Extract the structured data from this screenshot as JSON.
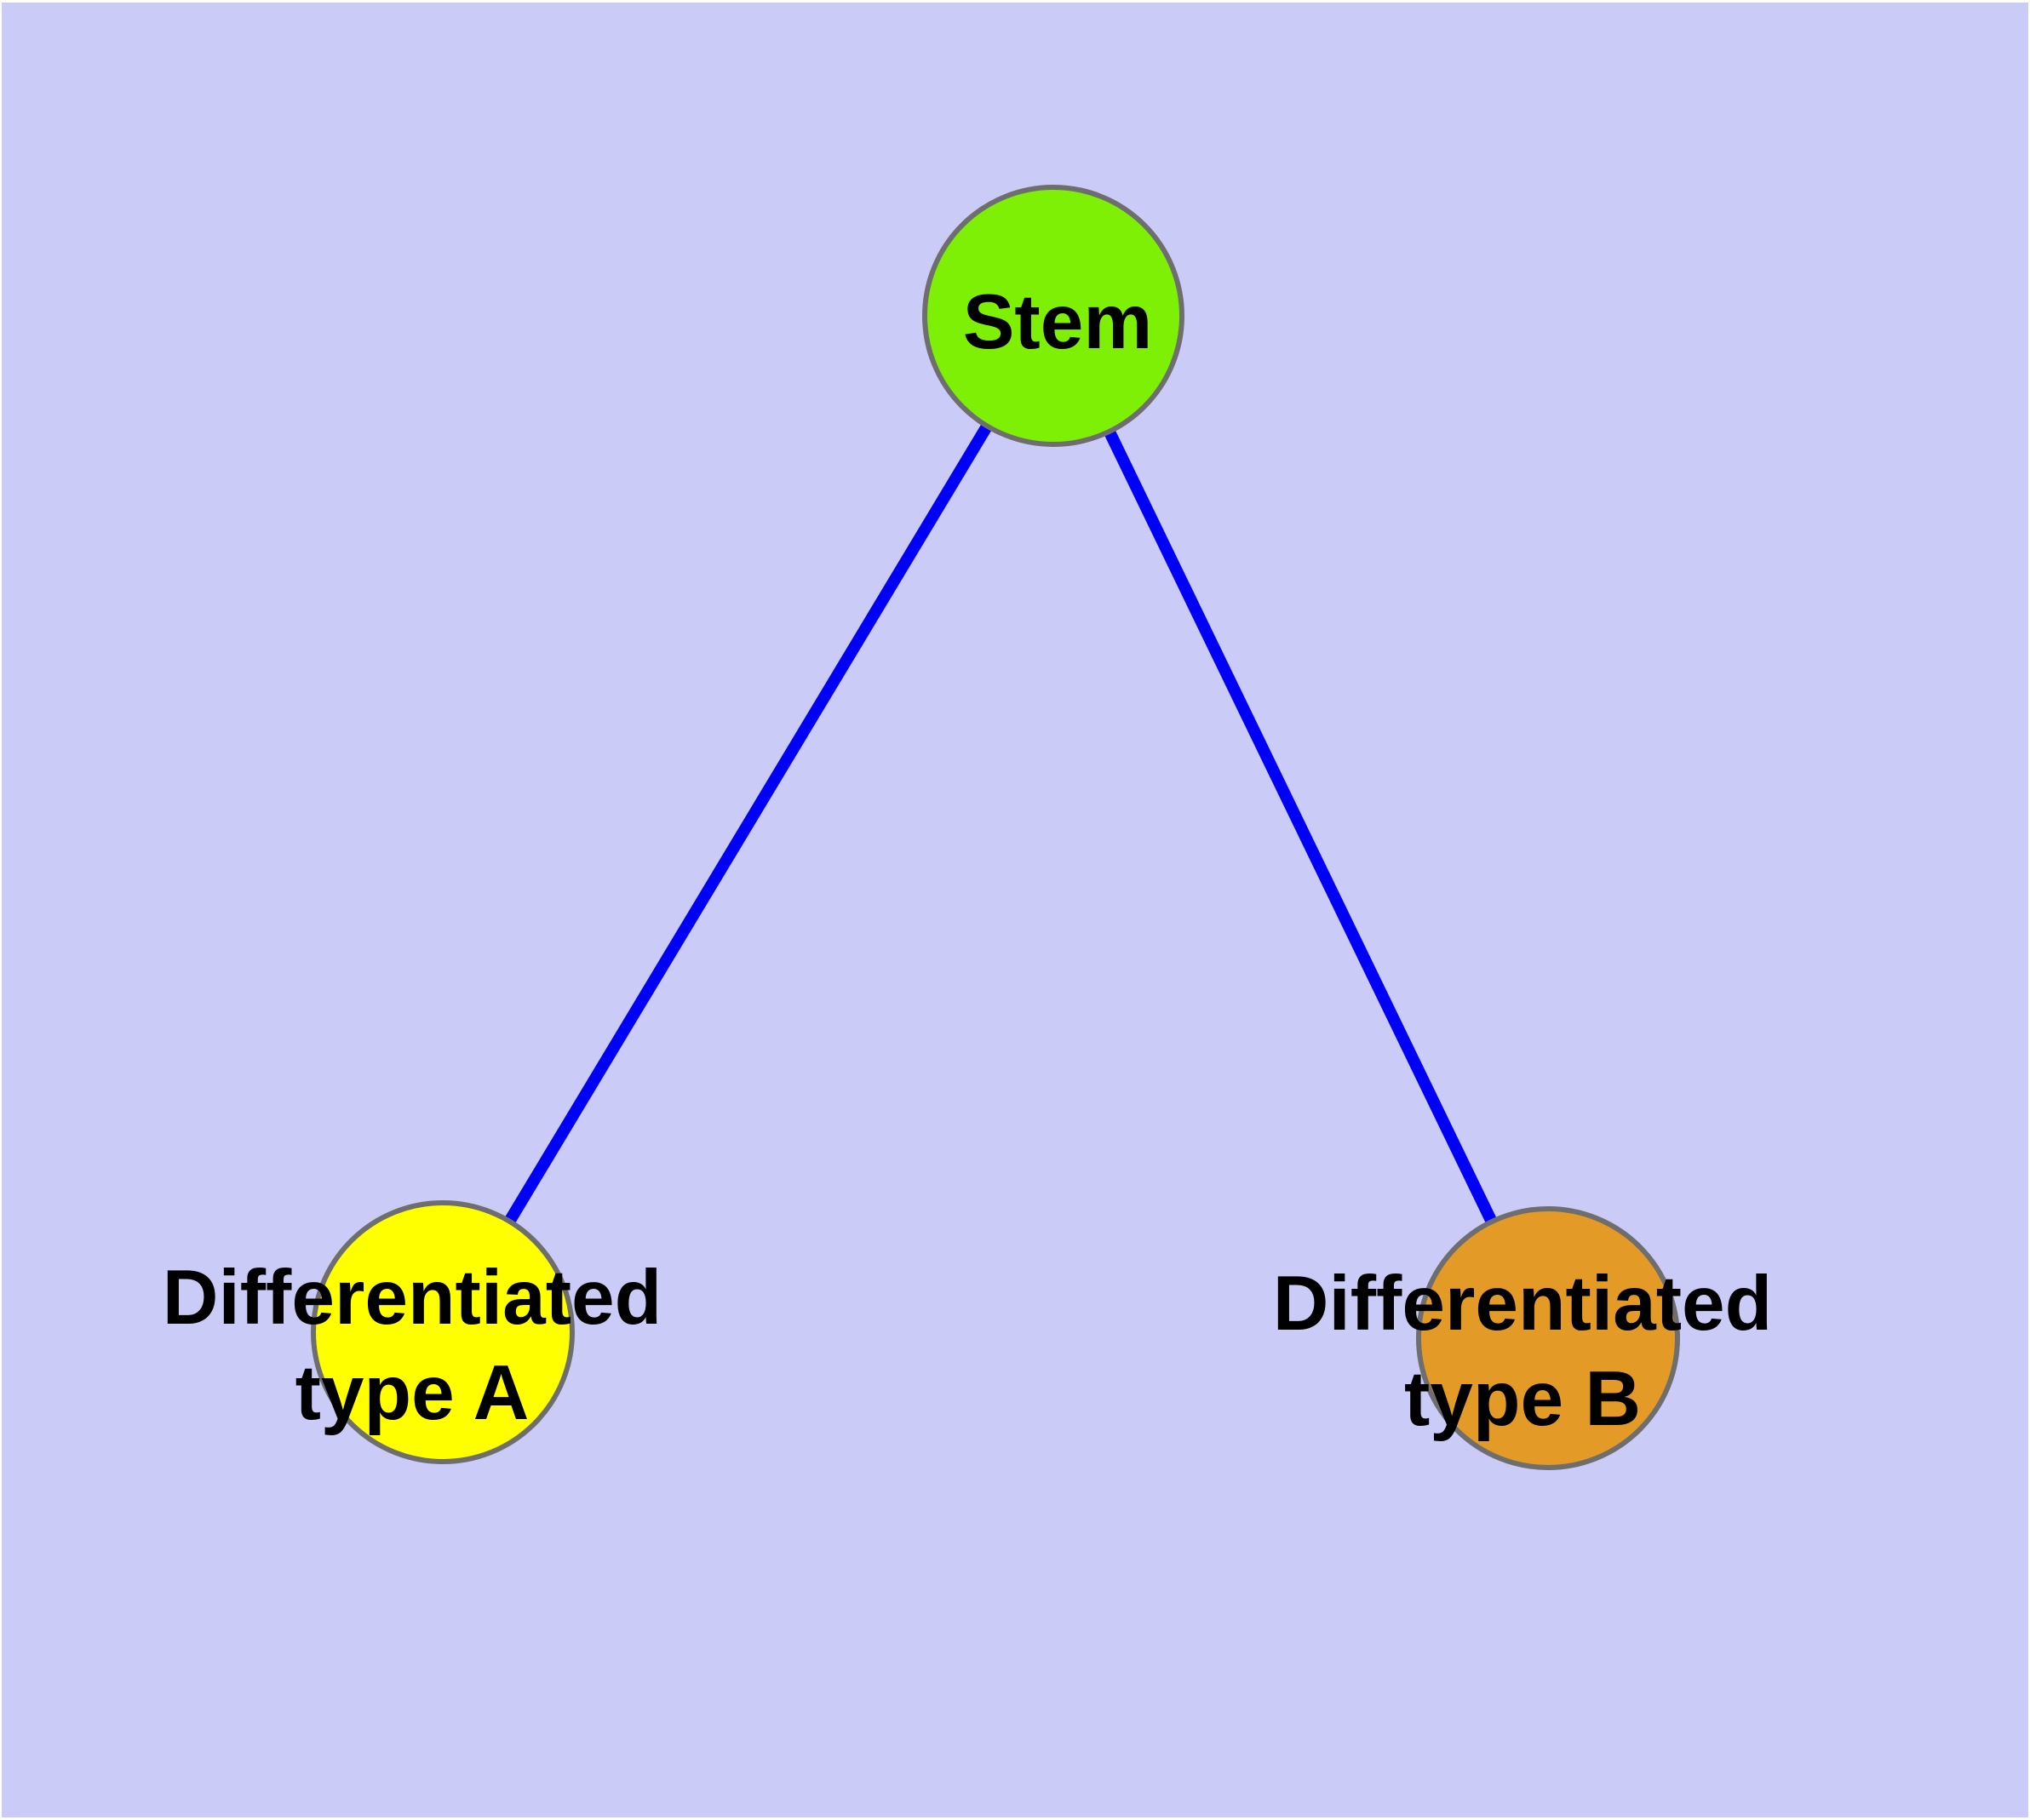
{
  "page": {
    "background": "#FFFFFF"
  },
  "graph": {
    "background": "#CBCBF8",
    "node_border_color": "#6E6E6E",
    "edge_color": "#0101F6",
    "nodes": [
      {
        "id": "stem",
        "label": "Stem",
        "fill": "#7DF005"
      },
      {
        "id": "differentiated-type-a",
        "label_line1": "Differentiated",
        "label_line2": "type A",
        "fill": "#FFFF00"
      },
      {
        "id": "differentiated-type-b",
        "label_line1": "Differentiated",
        "label_line2": "type B",
        "fill": "#E39A27"
      }
    ],
    "edges": [
      {
        "from": "Stem",
        "to": "Differentiated type A"
      },
      {
        "from": "Stem",
        "to": "Differentiated type B"
      }
    ]
  }
}
